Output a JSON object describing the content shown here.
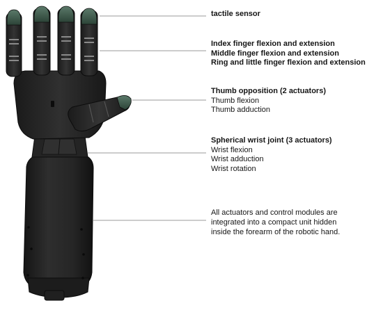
{
  "callouts": {
    "tactile": {
      "heading": "tactile sensor"
    },
    "fingers": {
      "lines": [
        "Index finger flexion and extension",
        "Middle finger flexion and extension",
        "Ring and little finger flexion and extension"
      ]
    },
    "thumb": {
      "heading": "Thumb opposition (2 actuators)",
      "lines": [
        "Thumb flexion",
        "Thumb adduction"
      ]
    },
    "wrist": {
      "heading": "Spherical wrist joint (3 actuators)",
      "lines": [
        "Wrist flexion",
        "Wrist adduction",
        "Wrist rotation"
      ]
    },
    "forearm": {
      "lines": [
        "All actuators and control modules are",
        "integrated into a compact unit hidden",
        "inside the forearm of the robotic hand."
      ]
    }
  },
  "colors": {
    "body": "#2a2a2a",
    "body_dark": "#161616",
    "sensor": "#3d5a4c",
    "leader_line": "#9a9a9a"
  }
}
